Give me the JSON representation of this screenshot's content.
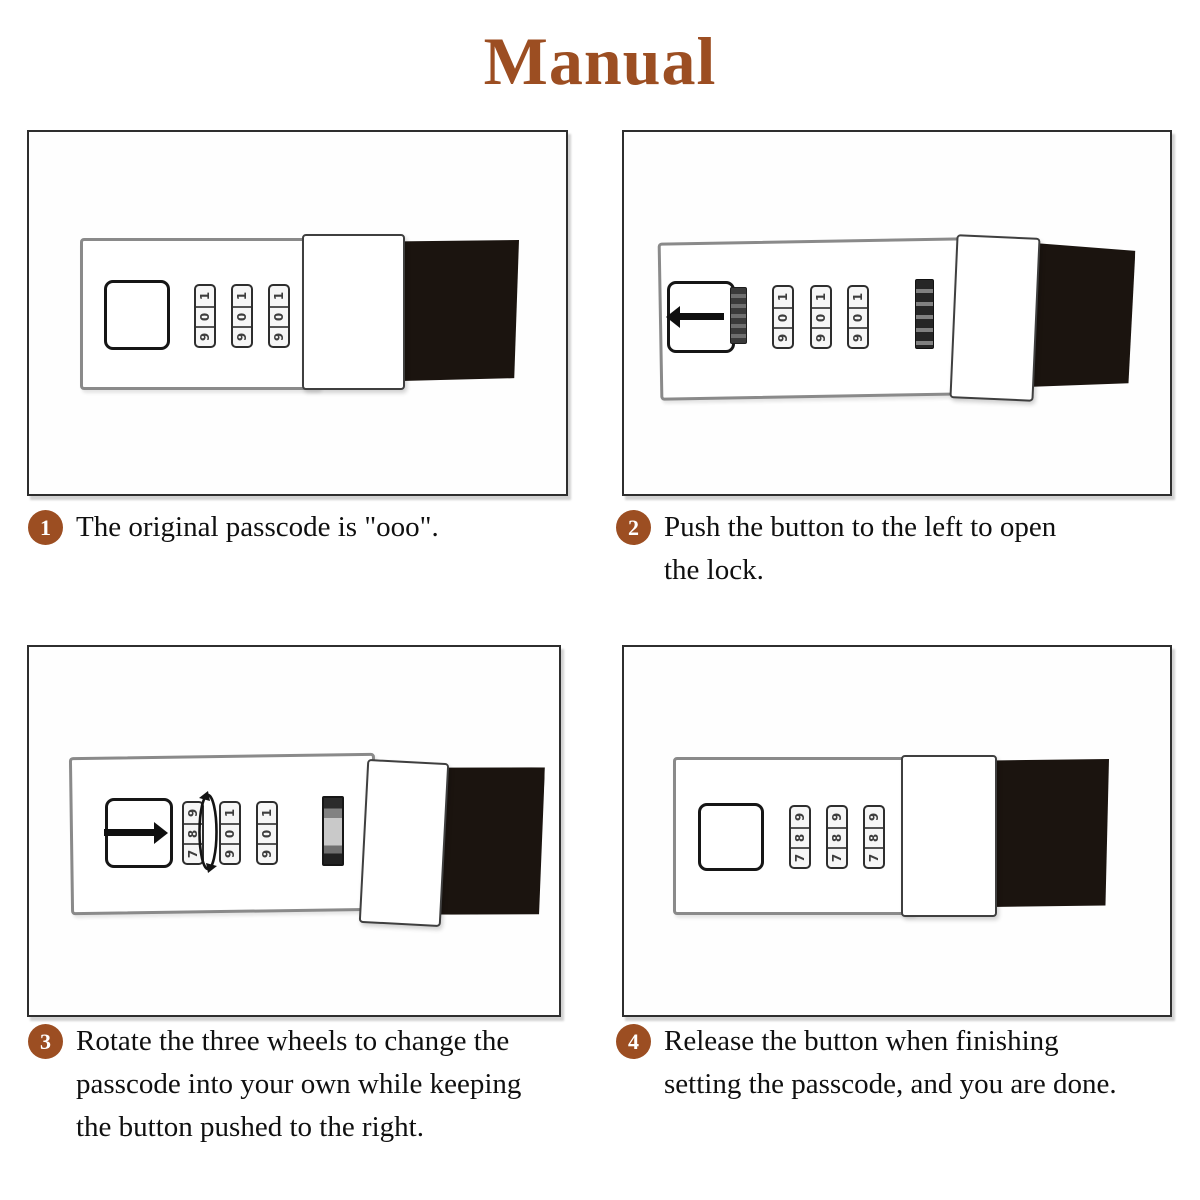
{
  "title": "Manual",
  "colors": {
    "accent": "#9C4E22",
    "strap": "#1B140F"
  },
  "steps": [
    {
      "number": "1",
      "lines": [
        "The original passcode is \"ooo\"."
      ]
    },
    {
      "number": "2",
      "lines": [
        "Push the button to the left to open",
        "the lock."
      ]
    },
    {
      "number": "3",
      "lines": [
        "Rotate the three wheels to change the",
        "passcode into your own while keeping",
        "the button pushed to the right."
      ]
    },
    {
      "number": "4",
      "lines": [
        "Release the button when finishing",
        "setting the passcode, and you are done."
      ]
    }
  ],
  "panels": [
    {
      "name": "original-passcode",
      "wheels": [
        [
          "1",
          "0",
          "9"
        ],
        [
          "1",
          "0",
          "9"
        ],
        [
          "1",
          "0",
          "9"
        ]
      ]
    },
    {
      "name": "push-button-left-open",
      "wheels": [
        [
          "1",
          "0",
          "9"
        ],
        [
          "1",
          "0",
          "9"
        ],
        [
          "1",
          "0",
          "9"
        ]
      ]
    },
    {
      "name": "rotate-wheels-set-code",
      "wheels": [
        [
          "9",
          "8",
          "7"
        ],
        [
          "1",
          "0",
          "9"
        ],
        [
          "1",
          "0",
          "9"
        ]
      ]
    },
    {
      "name": "release-button-done",
      "wheels": [
        [
          "9",
          "8",
          "7"
        ],
        [
          "9",
          "8",
          "7"
        ],
        [
          "9",
          "8",
          "7"
        ]
      ]
    }
  ]
}
